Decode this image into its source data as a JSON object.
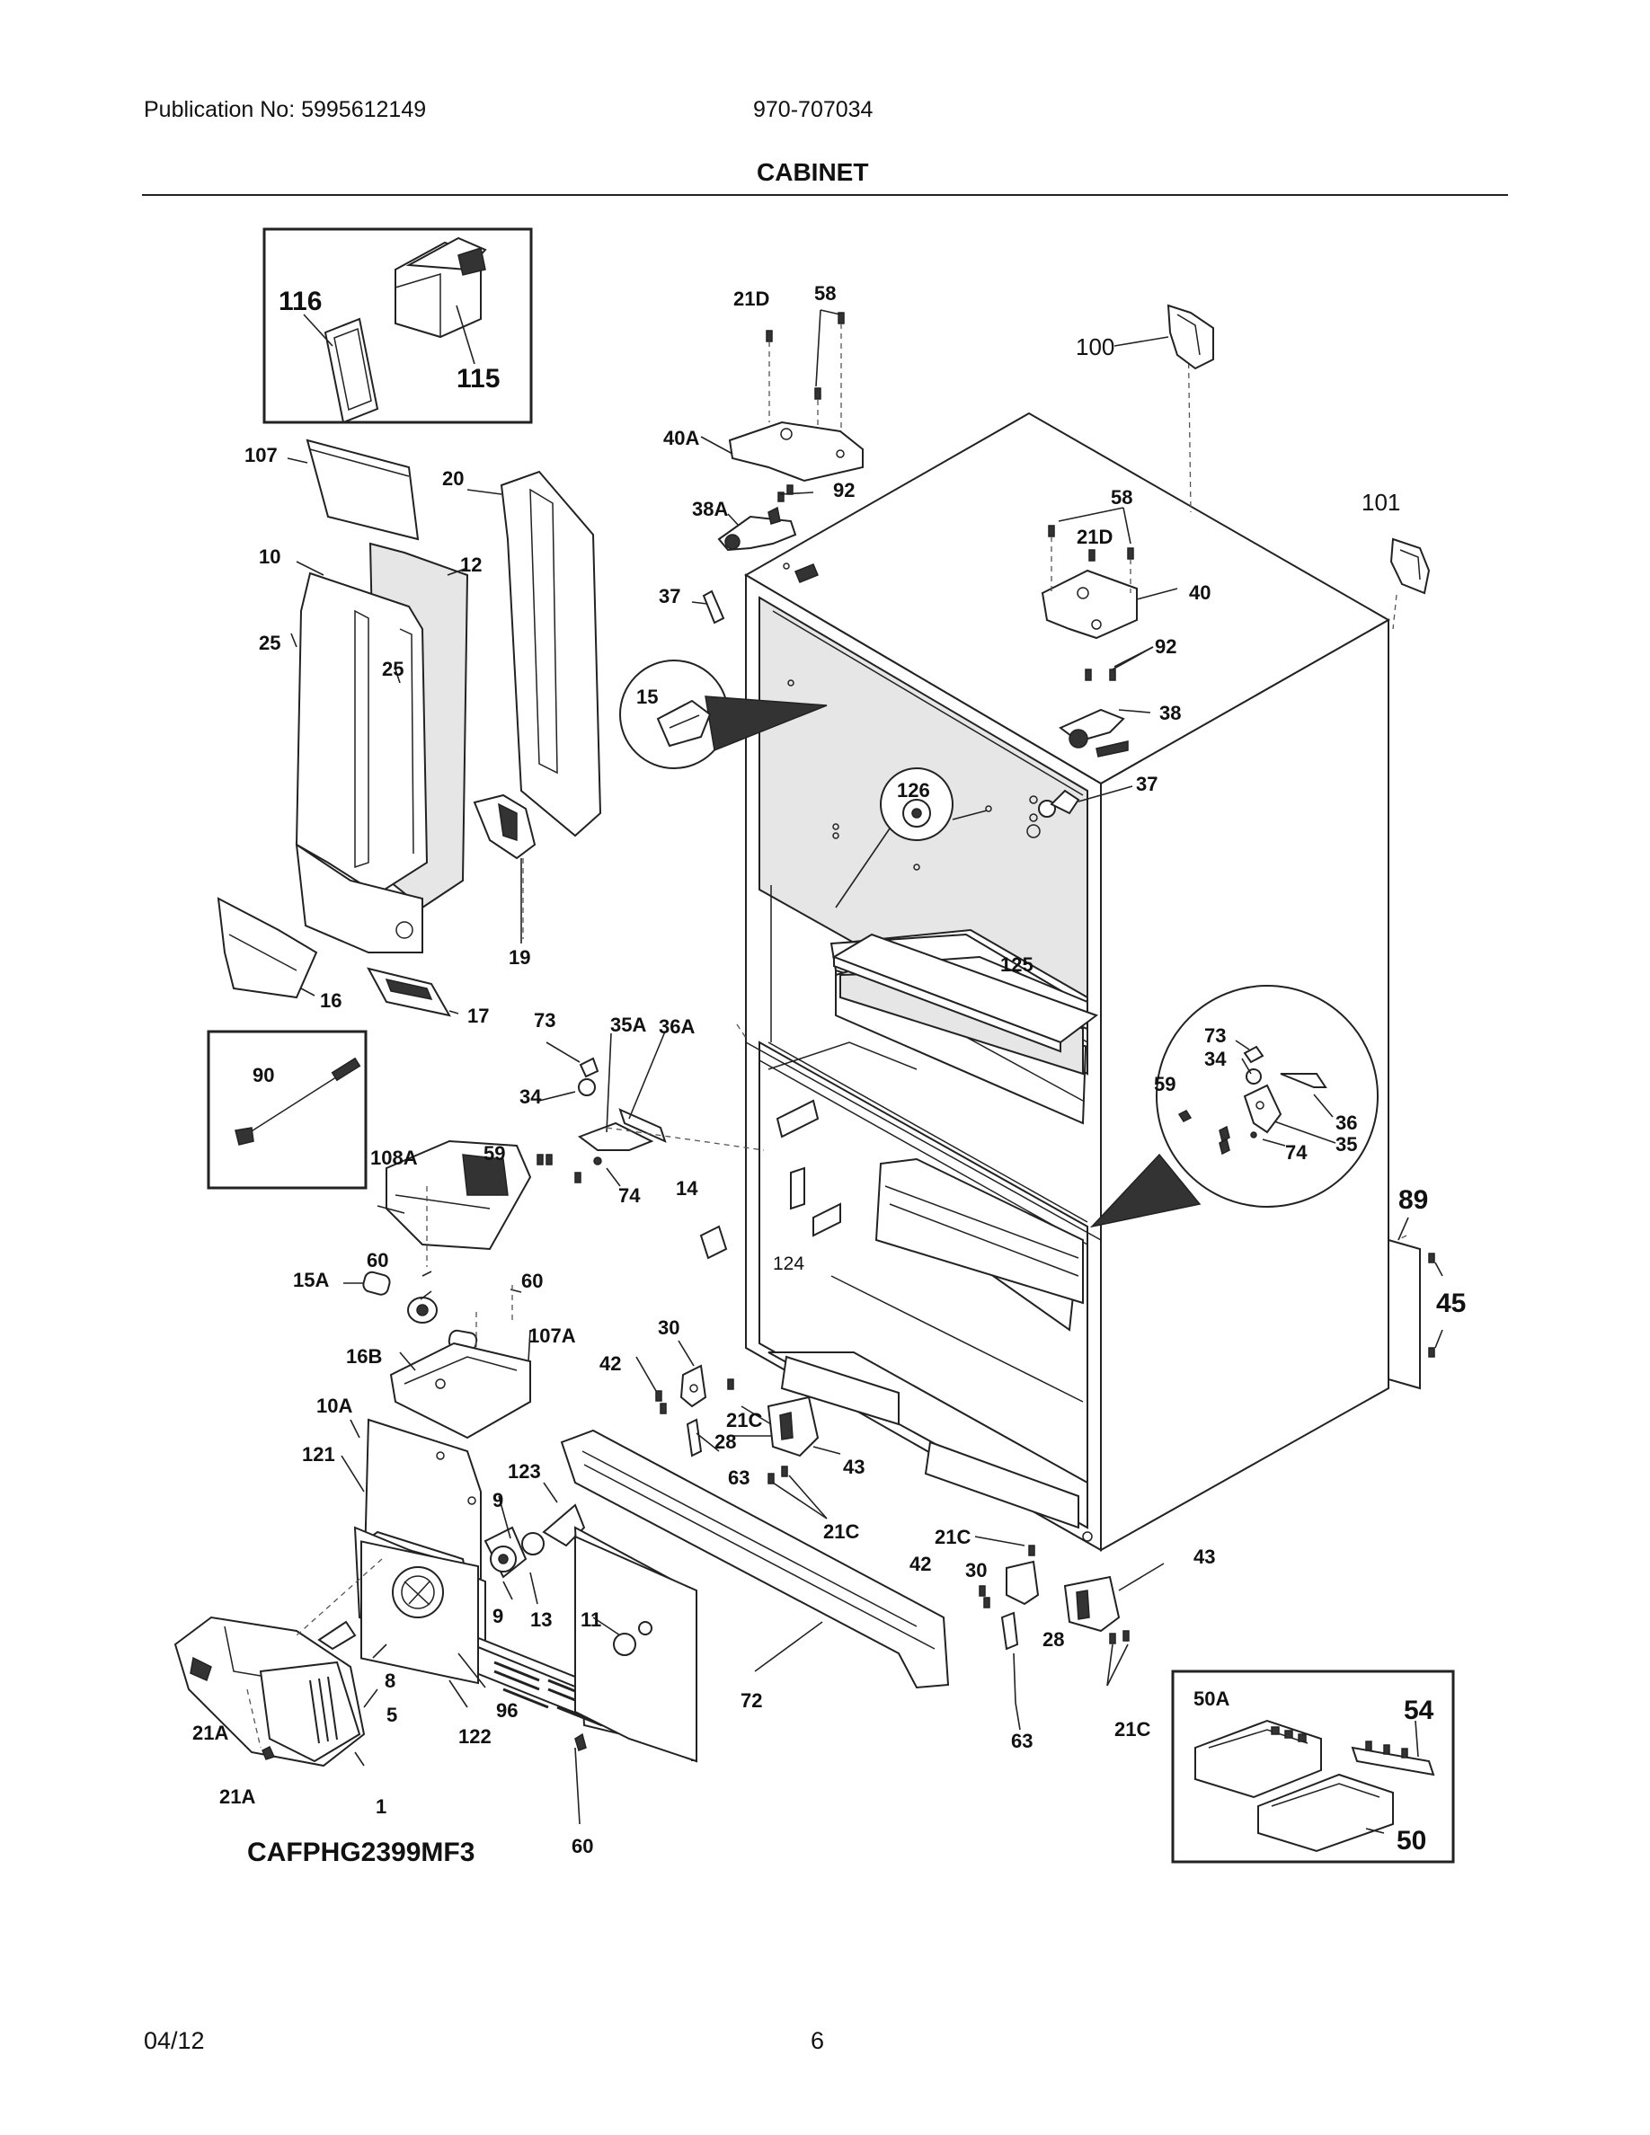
{
  "header": {
    "publication": "Publication No: 5995612149",
    "code": "970-707034",
    "title": "CABINET"
  },
  "footer": {
    "date": "04/12",
    "page": "6",
    "model": "CAFPHG2399MF3"
  },
  "callouts": {
    "c116": "116",
    "c115": "115",
    "c107": "107",
    "c20": "20",
    "c10": "10",
    "c12": "12",
    "c25a": "25",
    "c25b": "25",
    "c16": "16",
    "c17": "17",
    "c19": "19",
    "c90": "90",
    "c108A": "108A",
    "c15A": "15A",
    "c60a": "60",
    "c60b": "60",
    "c16B": "16B",
    "c107A": "107A",
    "c10A": "10A",
    "c121": "121",
    "c123": "123",
    "c9a": "9",
    "c9b": "9",
    "c13": "13",
    "c11": "11",
    "c8": "8",
    "c5": "5",
    "c96": "96",
    "c122": "122",
    "c21Aa": "21A",
    "c21Ab": "21A",
    "c1": "1",
    "c60c": "60",
    "c72": "72",
    "c21Da": "21D",
    "c58a": "58",
    "c40A": "40A",
    "c92a": "92",
    "c38A": "38A",
    "c37a": "37",
    "c15": "15",
    "c100": "100",
    "c101": "101",
    "c58b": "58",
    "c21Db": "21D",
    "c40": "40",
    "c92b": "92",
    "c38": "38",
    "c37b": "37",
    "c126": "126",
    "c125": "125",
    "c73a": "73",
    "c35A": "35A",
    "c36A": "36A",
    "c34a": "34",
    "c59a": "59",
    "c74a": "74",
    "c14": "14",
    "c73b": "73",
    "c34b": "34",
    "c59b": "59",
    "c36": "36",
    "c35": "35",
    "c74b": "74",
    "c89": "89",
    "c45": "45",
    "c124": "124",
    "c30a": "30",
    "c42a": "42",
    "c21Ca": "21C",
    "c28a": "28",
    "c43a": "43",
    "c63a": "63",
    "c21Cb": "21C",
    "c21Cc": "21C",
    "c42b": "42",
    "c30b": "30",
    "c43b": "43",
    "c28b": "28",
    "c63b": "63",
    "c21Cd": "21C",
    "c50A": "50A",
    "c54": "54",
    "c50": "50"
  }
}
